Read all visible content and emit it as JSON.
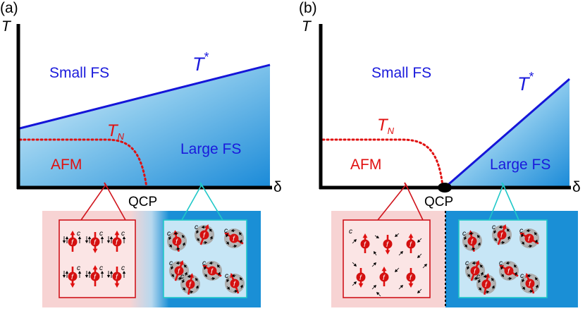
{
  "panels": [
    {
      "id": "a",
      "tag": "(a)",
      "y_axis_label": "T",
      "x_axis_label": "δ",
      "qcp_label": "QCP",
      "tstar_label": {
        "base": "T",
        "sup": "*"
      },
      "tn_label": {
        "base": "T",
        "sub": "N"
      },
      "afm_label": "AFM",
      "small_fs_label": "Small FS",
      "large_fs_label": "Large FS",
      "inset_left": {
        "moments": [
          {
            "r": "f",
            "c": "c"
          },
          {
            "r": "f",
            "c": "c"
          },
          {
            "r": "f",
            "c": "c"
          },
          {
            "r": "f",
            "c": "c"
          },
          {
            "r": "f",
            "c": "c"
          },
          {
            "r": "f",
            "c": "c"
          }
        ]
      },
      "inset_right": {
        "moments": [
          {
            "r": "f",
            "c": "c"
          },
          {
            "r": "f",
            "c": "c"
          },
          {
            "r": "f",
            "c": "c"
          },
          {
            "r": "f",
            "c": "c"
          },
          {
            "r": "f",
            "c": "c"
          },
          {
            "r": "f",
            "c": "c"
          },
          {
            "r": "f",
            "c": "c"
          }
        ]
      }
    },
    {
      "id": "b",
      "tag": "(b)",
      "y_axis_label": "T",
      "x_axis_label": "δ",
      "qcp_label": "QCP",
      "tstar_label": {
        "base": "T",
        "sup": "*"
      },
      "tn_label": {
        "base": "T",
        "sub": "N"
      },
      "afm_label": "AFM",
      "small_fs_label": "Small FS",
      "large_fs_label": "Large FS",
      "inset_left": {
        "moments": [
          {
            "r": "f",
            "c": "c"
          },
          {
            "r": "f",
            "c": ""
          },
          {
            "r": "f",
            "c": ""
          },
          {
            "r": "f",
            "c": ""
          },
          {
            "r": "f",
            "c": ""
          },
          {
            "r": "f",
            "c": ""
          }
        ]
      },
      "inset_right": {
        "moments": [
          {
            "r": "f",
            "c": "c"
          },
          {
            "r": "f",
            "c": "c"
          },
          {
            "r": "f",
            "c": "c"
          },
          {
            "r": "f",
            "c": "c"
          },
          {
            "r": "f",
            "c": "c"
          },
          {
            "r": "f",
            "c": "c"
          },
          {
            "r": "f",
            "c": "c"
          }
        ]
      }
    }
  ],
  "colors": {
    "axis": "#000000",
    "tstar_line": "#1515d8",
    "tn_line": "#e01010",
    "label_blue": "#1a1adc",
    "label_red": "#e01010",
    "large_fs_fill": "#1a8ad8",
    "inset_pink": "#f7d3d3",
    "inset_blue": "#1a8fd6",
    "inset_light_blue": "#c7e6f6",
    "connector_red": "#d0141c",
    "connector_cyan": "#20c8c8",
    "moment_red": "#e01010",
    "cloud_gray": "#b8b8b8"
  }
}
